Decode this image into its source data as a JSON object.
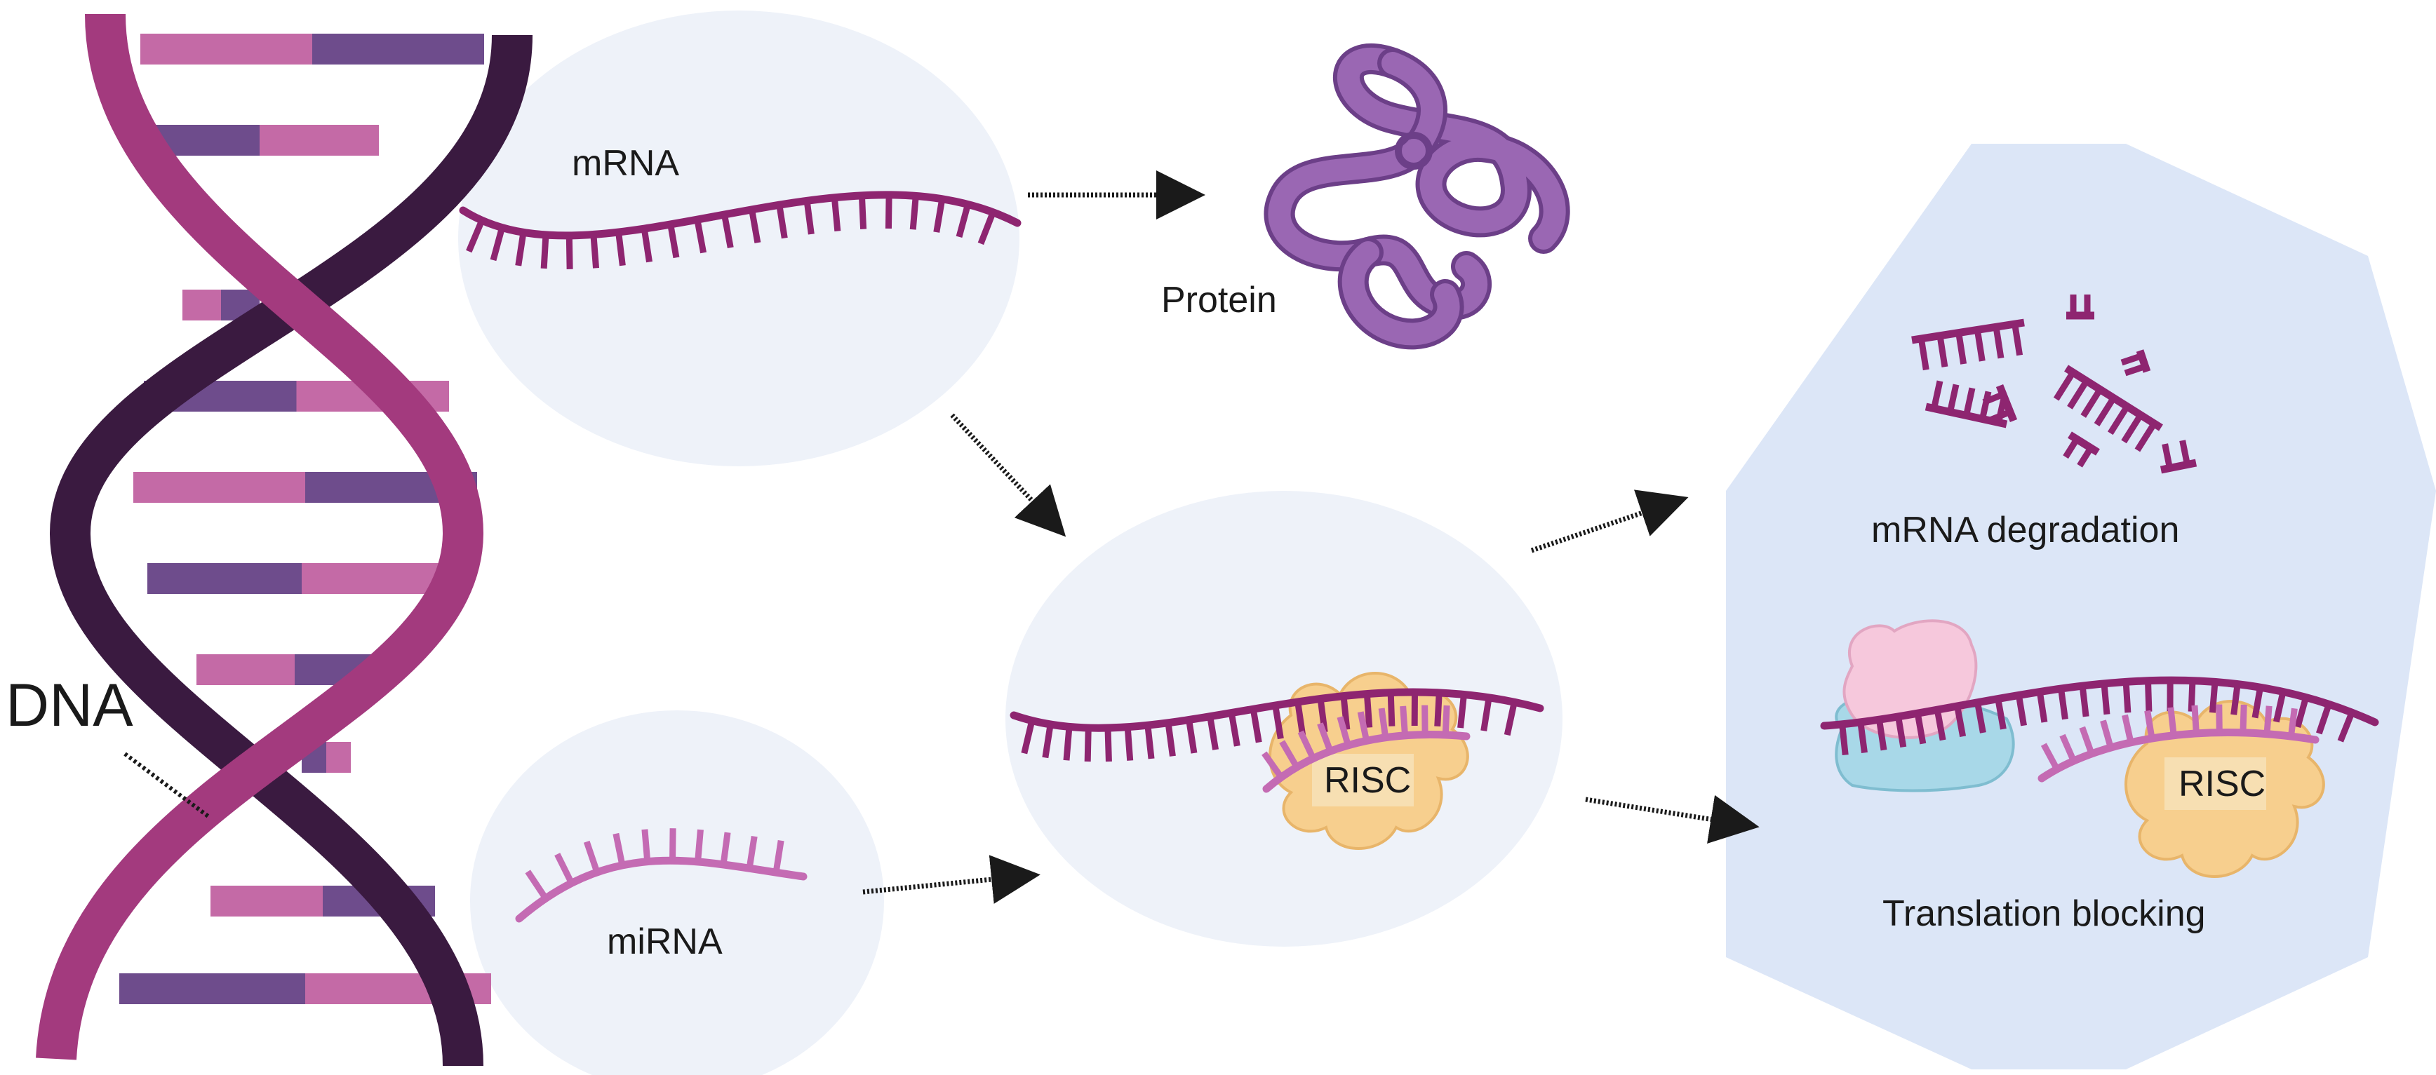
{
  "labels": {
    "dna": "DNA",
    "mrna": "mRNA",
    "protein": "Protein",
    "mirna": "miRNA",
    "risc_center": "RISC",
    "risc_block": "RISC",
    "mrna_degradation": "mRNA degradation",
    "translation_blocking": "Translation blocking"
  },
  "colors": {
    "strand_magenta": "#8e2570",
    "strand_pink": "#c46bb3",
    "dna_backbone_dark": "#3a1a40",
    "dna_backbone_magenta": "#a33a7e",
    "dna_base_pink": "#c46aa6",
    "dna_base_purple": "#6e4c8c",
    "bubble": "#eef2f9",
    "octagon": "#dce6f7",
    "protein": "#9a67b3",
    "risc": "#f7cf8e",
    "ribosome_pink": "#f6c8dc",
    "ribosome_blue": "#a8d8e8"
  }
}
